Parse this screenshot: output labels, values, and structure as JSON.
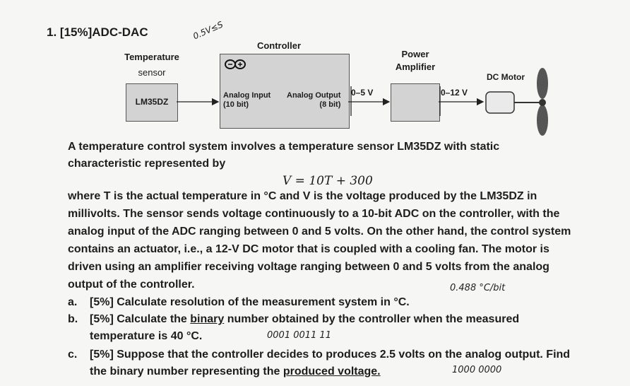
{
  "question": {
    "number": "1.",
    "weight": "[15%]",
    "title": "ADC-DAC"
  },
  "diagram": {
    "sensor_label_1": "Temperature",
    "sensor_label_2": "sensor",
    "sensor_part": "LM35DZ",
    "controller_label": "Controller",
    "analog_input": "Analog Input",
    "analog_input_bits": "(10 bit)",
    "analog_output": "Analog Output",
    "analog_output_bits": "(8 bit)",
    "range_1": "0–5 V",
    "amp_label_1": "Power",
    "amp_label_2": "Amplifier",
    "range_2": "0–12 V",
    "motor_label": "DC Motor"
  },
  "body": {
    "p1_line1": "A temperature control system involves a temperature sensor LM35DZ with static",
    "p1_line2": "characteristic represented by",
    "equation": "V = 10T + 300",
    "p2_lines": [
      "where T is the actual temperature in °C and V is the voltage produced by the LM35DZ in",
      "millivolts. The sensor sends voltage continuously to a 10-bit ADC on the controller, with the",
      "analog input of the ADC ranging between 0 and 5 volts. On the other hand, the control system",
      "contains an actuator, i.e., a 12-V DC motor that is coupled with a cooling fan. The motor is",
      "driven using an amplifier receiving voltage ranging between 0 and 5 volts from the analog",
      "output of the controller."
    ]
  },
  "items": {
    "a_marker": "a.",
    "a_text": "[5%] Calculate resolution of the measurement system in °C.",
    "b_marker": "b.",
    "b_text_1_pre": "[5%] Calculate the ",
    "b_text_1_ul": "binary",
    "b_text_1_post": " number obtained by the controller when the measured",
    "b_text_2": "temperature is 40 °C.",
    "c_marker": "c.",
    "c_text_1": "[5%] Suppose that the controller decides to produces 2.5 volts on the analog output. Find",
    "c_text_2_pre": "the binary number representing the ",
    "c_text_2_ul": "produced voltage.",
    "c_text_2_post": ""
  },
  "handwriting": {
    "top_note": "0.5V≤S",
    "note_a": "0.488 °C/bit",
    "note_b": "0001 0011 11",
    "note_c": "1000 0000"
  }
}
